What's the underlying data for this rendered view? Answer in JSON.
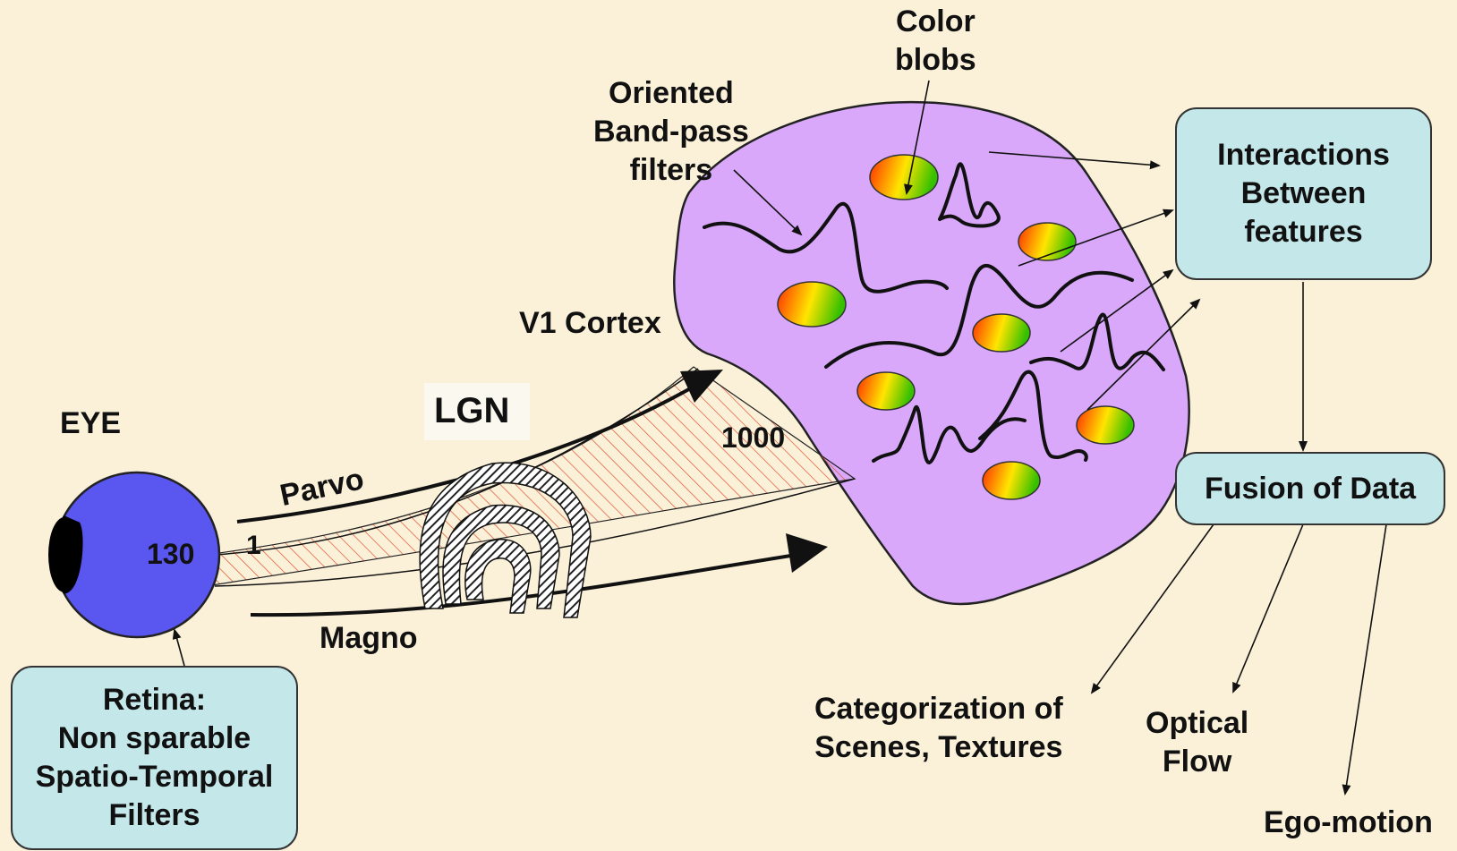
{
  "labels": {
    "eye": "EYE",
    "eye_count": "130",
    "lgn": "LGN",
    "v1_cortex": "V1 Cortex",
    "parvo": "Parvo",
    "magno": "Magno",
    "one": "1",
    "thousand": "1000",
    "color_blobs": [
      "Color",
      "blobs"
    ],
    "oriented_filters": [
      "Oriented",
      "Band-pass",
      "filters"
    ],
    "categorization": [
      "Categorization of",
      "Scenes, Textures"
    ],
    "optical_flow": [
      "Optical",
      "Flow"
    ],
    "ego_motion": "Ego-motion"
  },
  "boxes": {
    "retina": [
      "Retina:",
      "Non sparable",
      "Spatio-Temporal",
      "Filters"
    ],
    "interactions": [
      "Interactions",
      "Between",
      "features"
    ],
    "fusion": "Fusion of Data"
  },
  "colors": {
    "background": "#fbf1d9",
    "eye_fill": "#5a56f0",
    "cortex_fill": "#d9a8fa",
    "box_fill": "#c4e7e9",
    "blob_gradient": [
      "#ff2a00",
      "#ffe500",
      "#35c000"
    ],
    "hatch": "#e25b3b"
  }
}
